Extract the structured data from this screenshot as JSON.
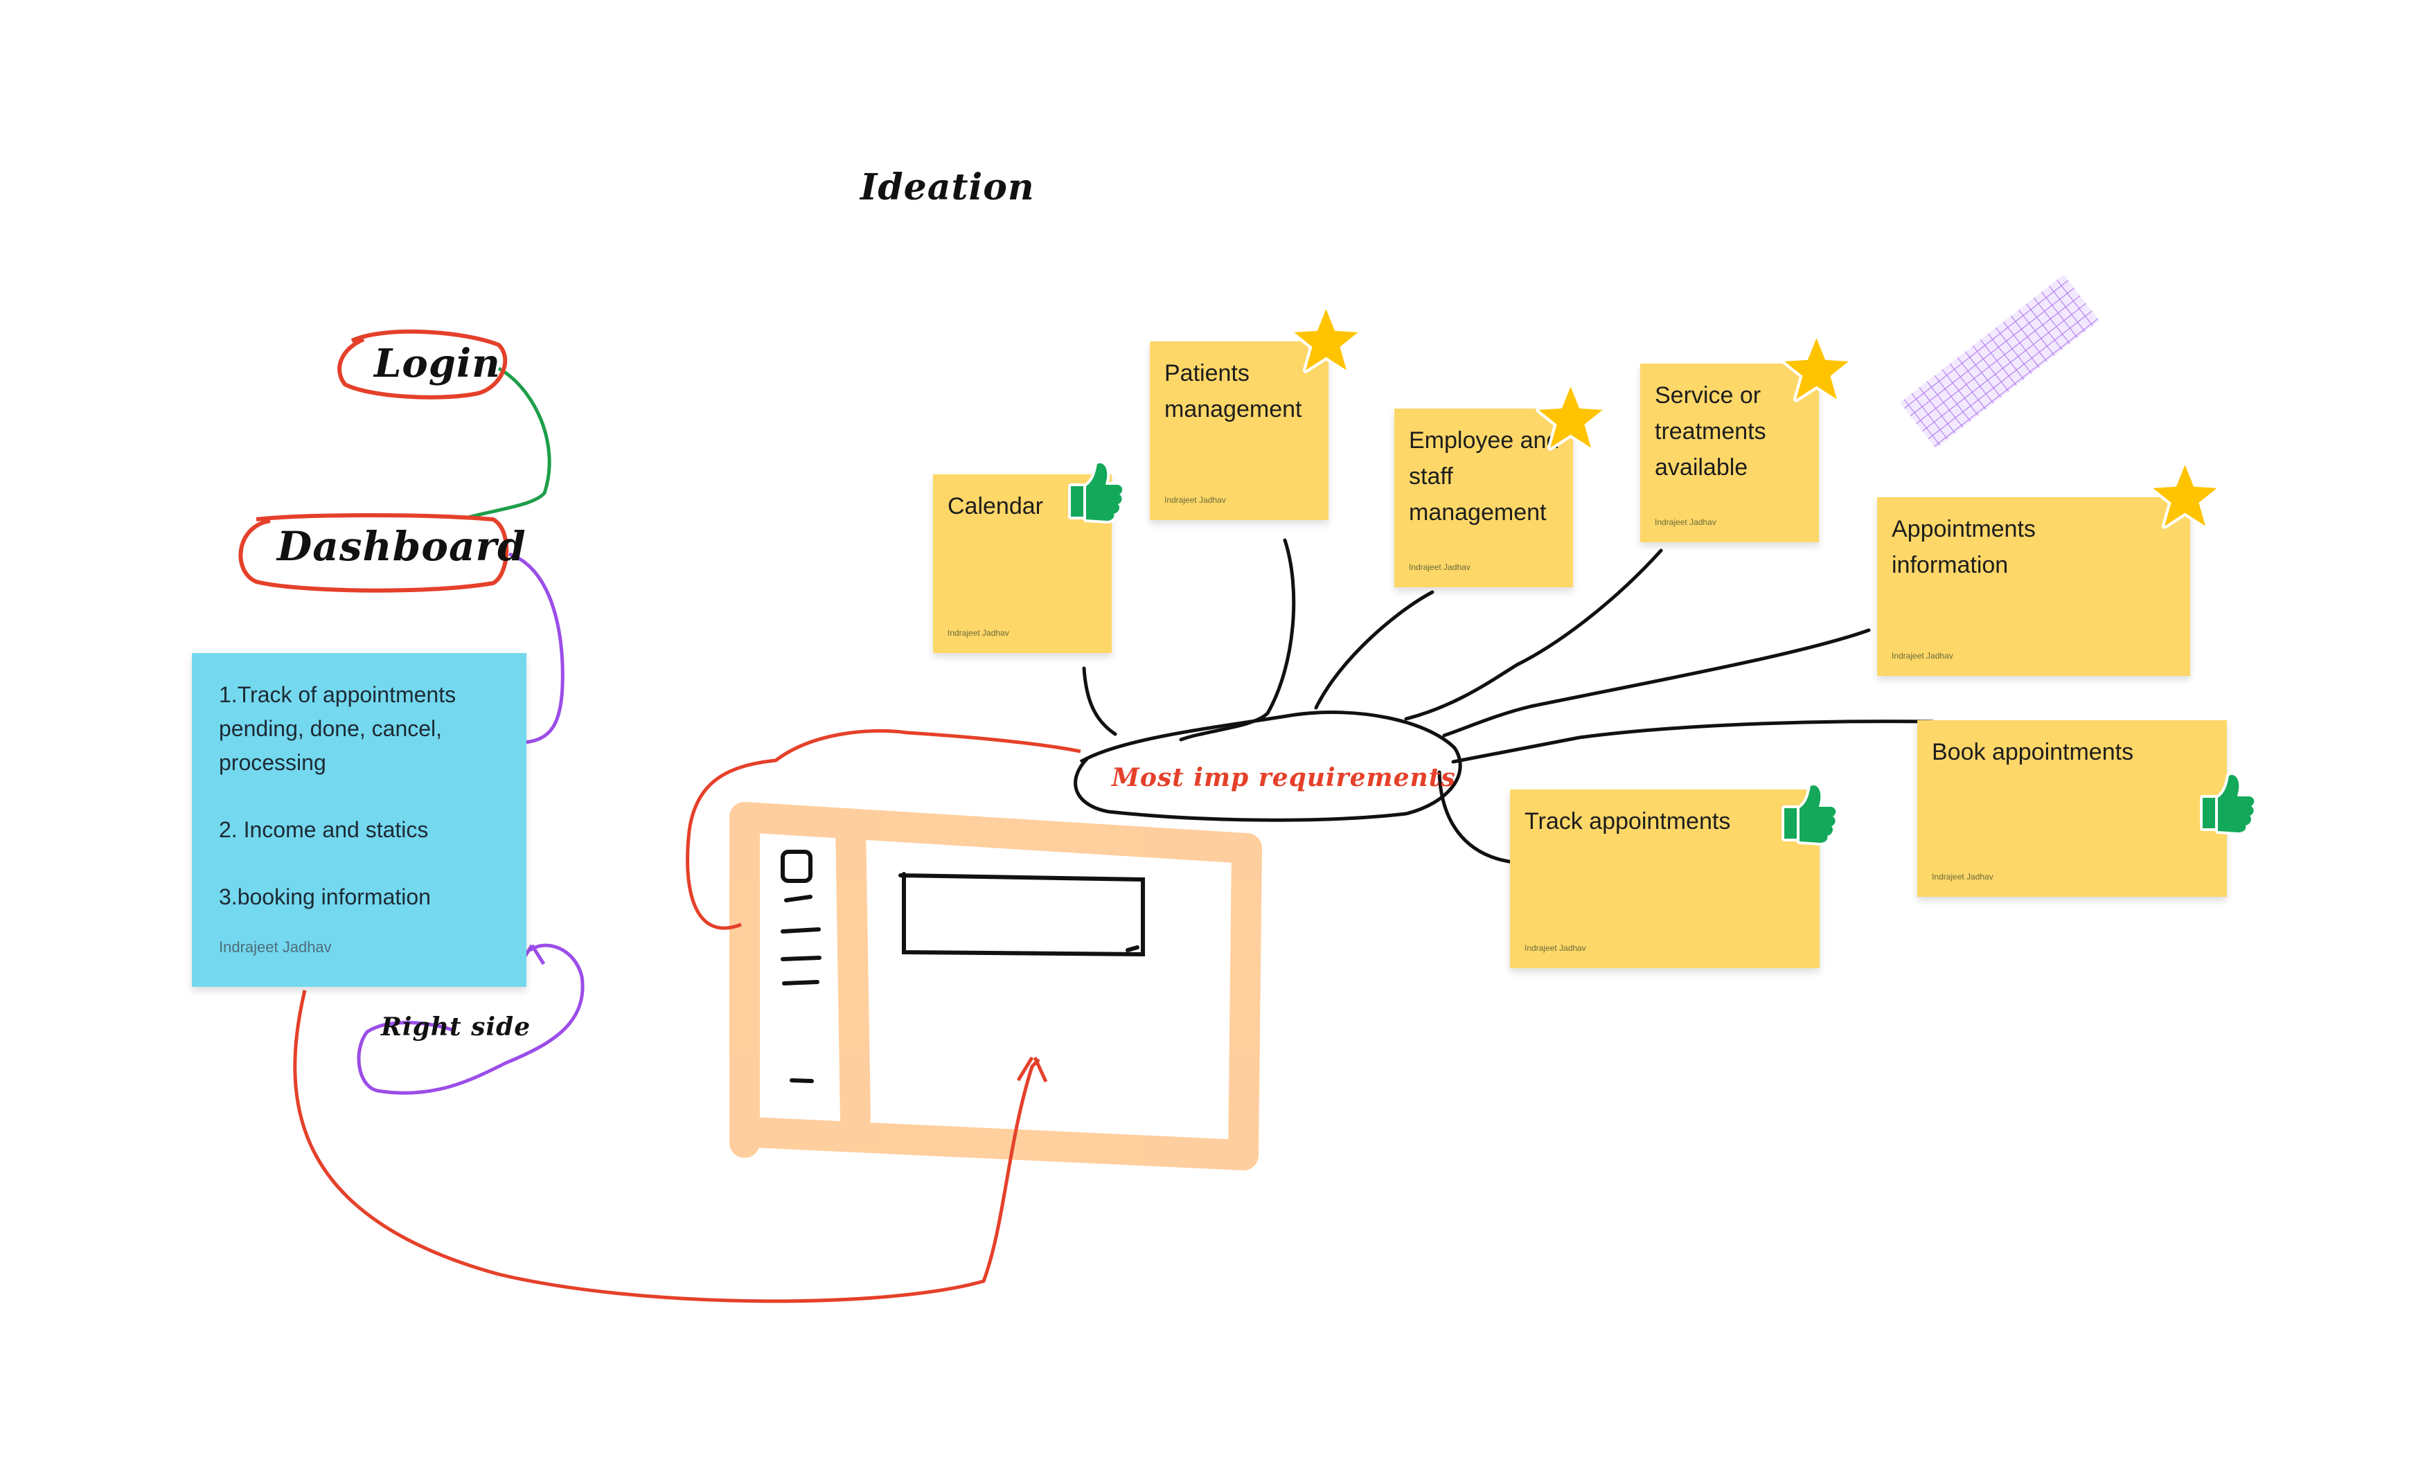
{
  "board": {
    "title": "Ideation",
    "login_label": "Login",
    "dashboard_label": "Dashboard",
    "right_side_label": "Right side",
    "requirements_label": "Most imp requirements"
  },
  "dashboard_note": {
    "item1": "1.Track of appointments pending, done, cancel, processing",
    "item2": "2. Income and statics",
    "item3": "3.booking information",
    "author": "Indrajeet Jadhav",
    "color": "#74d8ef"
  },
  "notes": [
    {
      "text": "Calendar",
      "author": "Indrajeet Jadhav",
      "reaction": "thumbs-up"
    },
    {
      "text": "Patients management",
      "author": "Indrajeet Jadhav",
      "reaction": "star"
    },
    {
      "text": "Employee and staff management",
      "author": "Indrajeet Jadhav",
      "reaction": "star"
    },
    {
      "text": "Service or treatments available",
      "author": "Indrajeet Jadhav",
      "reaction": "star"
    },
    {
      "text": "Appointments information",
      "author": "Indrajeet Jadhav",
      "reaction": "star"
    },
    {
      "text": "Track appointments",
      "author": "Indrajeet Jadhav",
      "reaction": "thumbs-up"
    },
    {
      "text": "Book appointments",
      "author": "Indrajeet Jadhav",
      "reaction": "thumbs-up"
    }
  ],
  "colors": {
    "sticky_yellow": "#fdd768",
    "sticky_blue": "#74d8ef",
    "ink_red": "#e5402a",
    "ink_green": "#1e9e4a",
    "ink_purple": "#9b4de8",
    "highlighter_orange": "#ffcc99",
    "tape_purple": "#b07cf0",
    "star": "#ffc300",
    "thumb": "#14a85a"
  }
}
